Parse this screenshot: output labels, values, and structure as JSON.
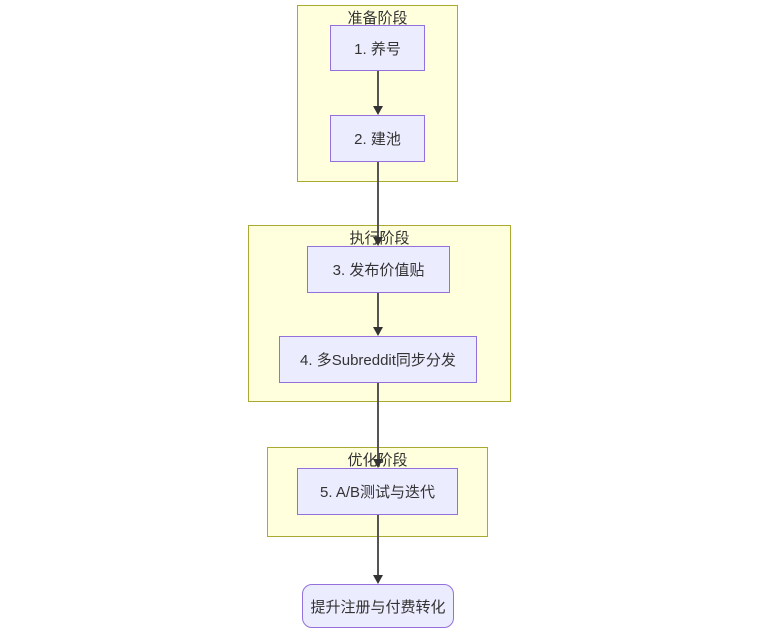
{
  "diagram": {
    "type": "flowchart-top-down",
    "background_color": "#ffffff",
    "colors": {
      "cluster_fill": "#ffffde",
      "cluster_border": "#aaaa33",
      "node_fill": "#ececff",
      "node_border": "#9370db",
      "edge_line": "#555555",
      "arrowhead": "#333333",
      "text": "#333333"
    },
    "clusters": [
      {
        "id": "preparation",
        "title": "准备阶段",
        "contains": [
          "n1",
          "n2"
        ]
      },
      {
        "id": "execution",
        "title": "执行阶段",
        "contains": [
          "n3",
          "n4"
        ]
      },
      {
        "id": "optimization",
        "title": "优化阶段",
        "contains": [
          "n5"
        ]
      }
    ],
    "nodes": [
      {
        "id": "n1",
        "label": "1. 养号",
        "shape": "rect"
      },
      {
        "id": "n2",
        "label": "2. 建池",
        "shape": "rect"
      },
      {
        "id": "n3",
        "label": "3. 发布价值贴",
        "shape": "rect"
      },
      {
        "id": "n4",
        "label": "4. 多Subreddit同步分发",
        "shape": "rect"
      },
      {
        "id": "n5",
        "label": "5. A/B测试与迭代",
        "shape": "rect"
      },
      {
        "id": "n6",
        "label": "提升注册与付费转化",
        "shape": "rounded-rect"
      }
    ],
    "edges": [
      {
        "from": "n1",
        "to": "n2",
        "arrow": "down"
      },
      {
        "from": "n2",
        "to": "n3",
        "arrow": "down"
      },
      {
        "from": "n3",
        "to": "n4",
        "arrow": "down"
      },
      {
        "from": "n4",
        "to": "n5",
        "arrow": "down"
      },
      {
        "from": "n5",
        "to": "n6",
        "arrow": "down"
      }
    ]
  }
}
